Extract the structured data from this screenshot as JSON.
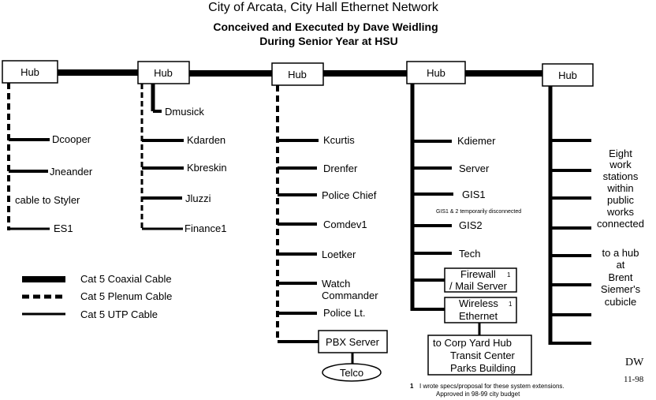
{
  "title": "City of Arcata,  City Hall Ethernet Network",
  "subtitle_line1": "Conceived and Executed by Dave Weidling",
  "subtitle_line2": "During Senior Year at HSU",
  "hub_label": "Hub",
  "hubs": [
    "Hub",
    "Hub",
    "Hub",
    "Hub",
    "Hub"
  ],
  "hub1_nodes": [
    "Dcooper",
    "Jneander",
    "cable to Styler",
    "ES1"
  ],
  "hub2_nodes": [
    "Dmusick",
    "Kdarden",
    "Kbreskin",
    "Jluzzi",
    "Finance1"
  ],
  "hub3_nodes": [
    "Kcurtis",
    "Drenfer",
    "Police Chief",
    "Comdev1",
    "Loetker",
    "Watch",
    "Commander",
    "Police Lt.",
    "PBX Server",
    "Telco"
  ],
  "hub4_nodes": [
    "Kdiemer",
    "Server",
    "GIS1",
    "GIS1 & 2 temporarily disconnected",
    "GIS2",
    "Tech",
    "Firewall",
    "/ Mail Server",
    "Wireless",
    "Ethernet",
    "1",
    "1"
  ],
  "corp_box": [
    "to  Corp Yard Hub",
    "Transit Center",
    "Parks Building"
  ],
  "hub5_text": [
    "Eight",
    "work",
    "stations",
    "within",
    "public",
    "works",
    "connected",
    "to a hub",
    "at",
    "Brent",
    "Siemer's",
    "cubicle"
  ],
  "legend": {
    "coax": "Cat 5 Coaxial Cable",
    "plenum": "Cat 5 Plenum Cable",
    "utp": "Cat 5 UTP Cable"
  },
  "footnote": {
    "marker": "1",
    "line1": "I wrote specs/proposal for these system extensions.",
    "line2": "Approved in 98-99 city budget"
  },
  "signature": {
    "initials": "DW",
    "date": "11-98"
  }
}
